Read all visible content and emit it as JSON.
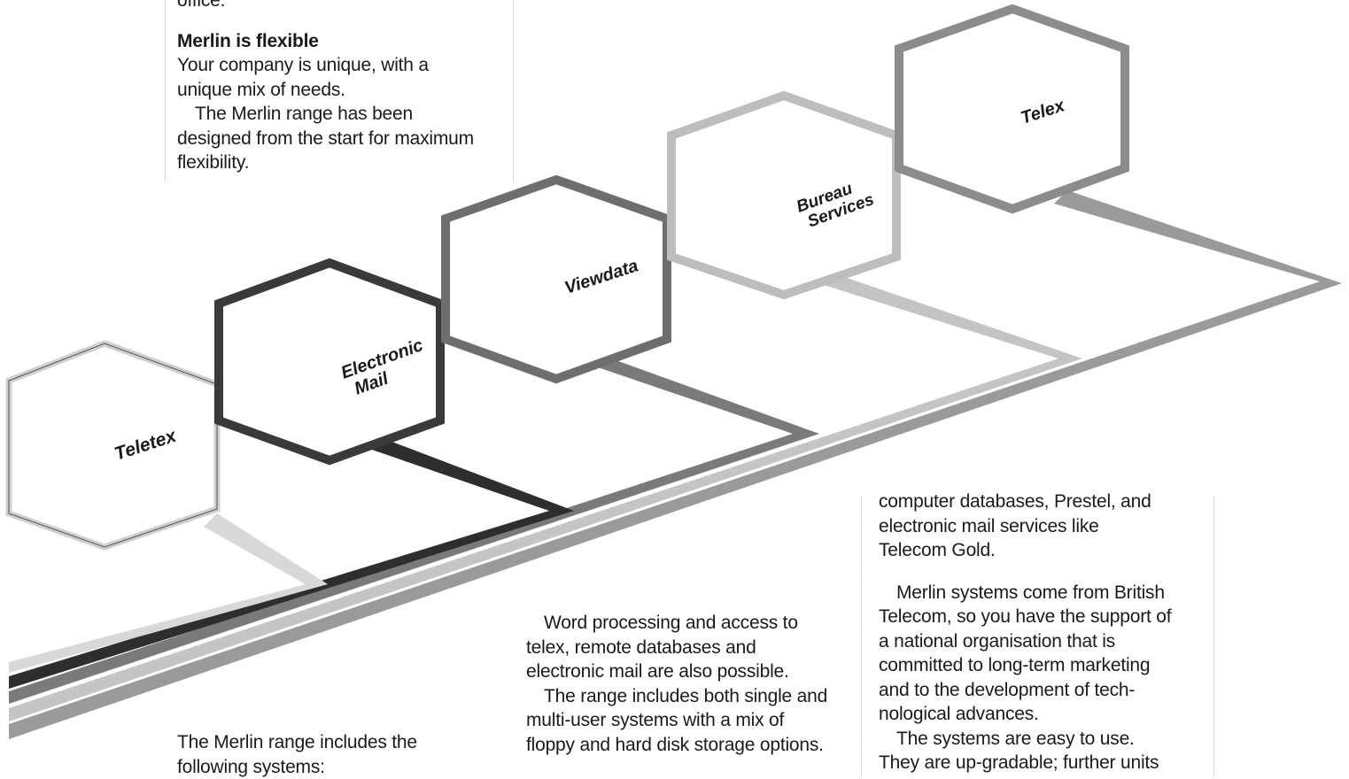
{
  "columns": {
    "top_left": {
      "line0": "office.",
      "heading": "Merlin is flexible",
      "lines": [
        "Your company is unique, with a",
        "unique mix of needs.",
        "The Merlin range has been",
        "designed from the start for maximum",
        "flexibility."
      ]
    },
    "bottom_left": {
      "lines": [
        "The Merlin range includes the",
        "following systems:"
      ]
    },
    "bottom_middle": {
      "lines": [
        "Word processing and access to",
        "telex, remote databases and",
        "electronic mail are also possible.",
        "The range includes both single and",
        "multi-user systems with a mix of",
        "floppy and hard disk storage options."
      ]
    },
    "bottom_right": {
      "lines": [
        "computer databases, Prestel, and",
        "electronic mail services like",
        "Telecom Gold.",
        "Merlin systems come from British",
        "Telecom, so you have the support of",
        "a national organisation that is",
        "committed to long-term marketing",
        "and to the development of tech-",
        "nological advances.",
        "The systems are easy to use.",
        "They are up-gradable; further units"
      ]
    }
  },
  "services": [
    {
      "label_lines": [
        "Teletex"
      ],
      "shade": "#cfcfcf"
    },
    {
      "label_lines": [
        "Electronic",
        "Mail"
      ],
      "shade": "#3a3a3a"
    },
    {
      "label_lines": [
        "Viewdata"
      ],
      "shade": "#6e6e6e"
    },
    {
      "label_lines": [
        "Bureau",
        "Services"
      ],
      "shade": "#bdbdbd"
    },
    {
      "label_lines": [
        "Telex"
      ],
      "shade": "#8c8c8c"
    }
  ]
}
